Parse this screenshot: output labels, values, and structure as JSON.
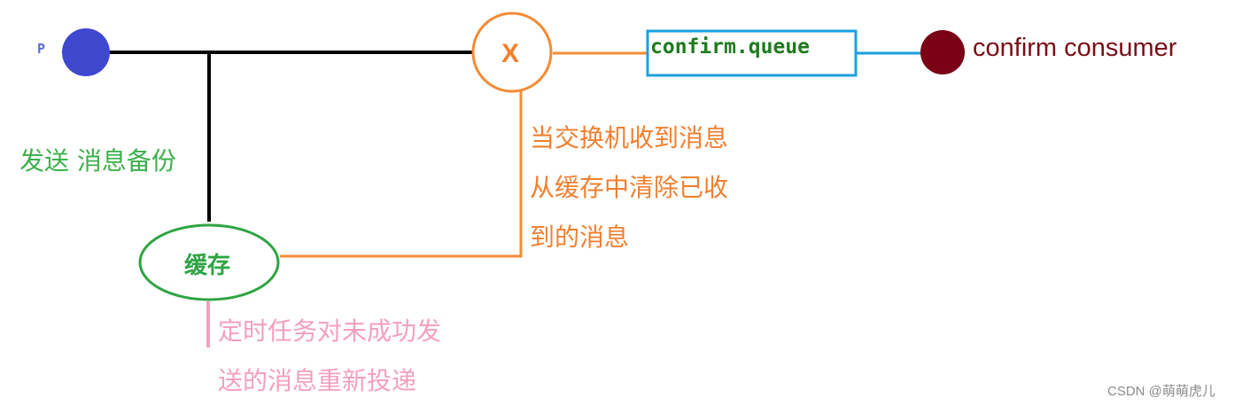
{
  "nodes": {
    "producer": "P",
    "exchange": "X",
    "queue": "confirm.queue",
    "consumer": "confirm consumer",
    "cache": "缓存"
  },
  "notes": {
    "send_backup": "发送 消息备份",
    "exchange_ack": [
      "当交换机收到消息",
      "从缓存中清除已收",
      "到的消息"
    ],
    "scheduled_resend": [
      "定时任务对未成功发",
      "送的消息重新投递"
    ]
  },
  "watermark": "CSDN @萌萌虎儿",
  "colors": {
    "producer": "#4047cf",
    "consumer": "#7a0016",
    "exchange": "#f58b35",
    "queue_border": "#19a1e0",
    "cache": "#2fa443",
    "lines_main": "#000000",
    "orange": "#f58b35",
    "pink": "#f4a0be",
    "send_text": "#3cb04a"
  }
}
